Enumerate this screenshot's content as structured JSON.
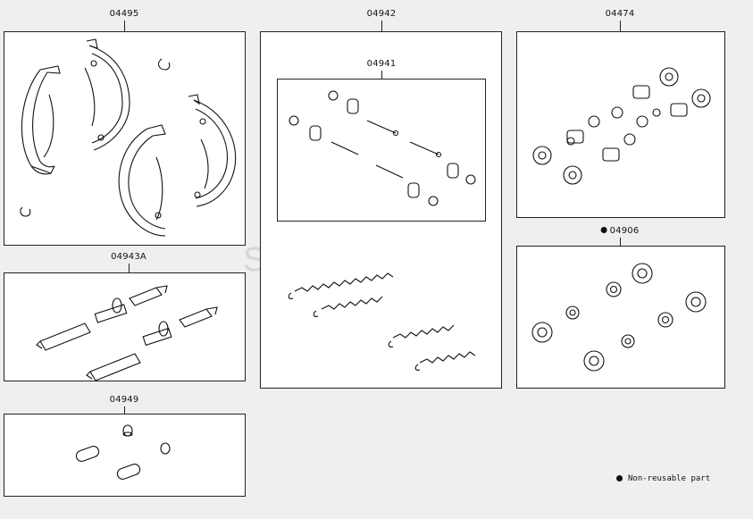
{
  "parts": {
    "p04495": "04495",
    "p04942": "04942",
    "p04941": "04941",
    "p04474": "04474",
    "p04906": "04906",
    "p04943A": "04943A",
    "p04949": "04949"
  },
  "legend": {
    "text": "Non-reusable part"
  },
  "watermark": "SedanViet.vn"
}
